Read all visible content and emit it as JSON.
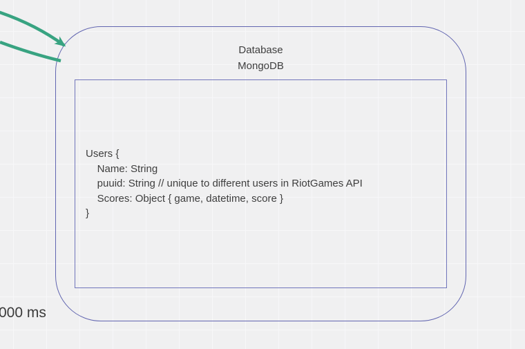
{
  "canvas": {
    "background_color": "#f0f0f1",
    "grid_color": "#f7f7f9"
  },
  "database_node": {
    "title_line1": "Database",
    "title_line2": "MongoDB",
    "border_color": "#6165b0"
  },
  "schema_box": {
    "border_color": "#7074bb",
    "lines": [
      "Users {",
      "    Name: String",
      "    puuid: String // unique to different users in RiotGames API",
      "    Scores: Object { game, datetime, score }",
      "}"
    ]
  },
  "latency_label": {
    "text": "000 ms"
  },
  "arrows": {
    "color": "#38a381",
    "icon": "arrow-right-icon",
    "count": 2
  }
}
